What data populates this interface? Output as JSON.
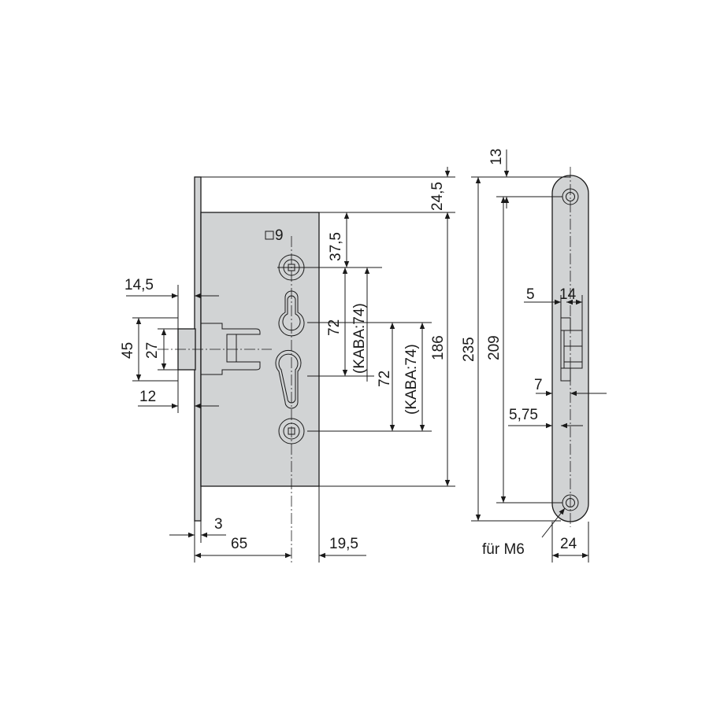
{
  "colors": {
    "plate_fill": "#d1d3d4",
    "line": "#1a1a1a",
    "background": "#ffffff"
  },
  "labels": {
    "spindle_square": "9",
    "dim_front_offset_top": "13",
    "dim_top_offset": "24,5",
    "dim_spindle_from_top": "37,5",
    "dim_spindle_to_cyl1": "72",
    "dim_kaba_1": "(KABA:74)",
    "dim_spindle_to_cyl2": "72",
    "dim_kaba_2": "(KABA:74)",
    "dim_case_height": "186",
    "dim_faceplate_total": "235",
    "dim_screw_spacing": "209",
    "dim_latch_projection": "14,5",
    "dim_latch_height": "45",
    "dim_latch_core": "27",
    "dim_latch_12": "12",
    "dim_faceplate_thickness": "3",
    "dim_backset": "65",
    "dim_case_rest": "19,5",
    "dim_front_5": "5",
    "dim_front_14": "14",
    "dim_front_7": "7",
    "dim_front_575": "5,75",
    "dim_front_width": "24",
    "screw_note": "für M6"
  }
}
